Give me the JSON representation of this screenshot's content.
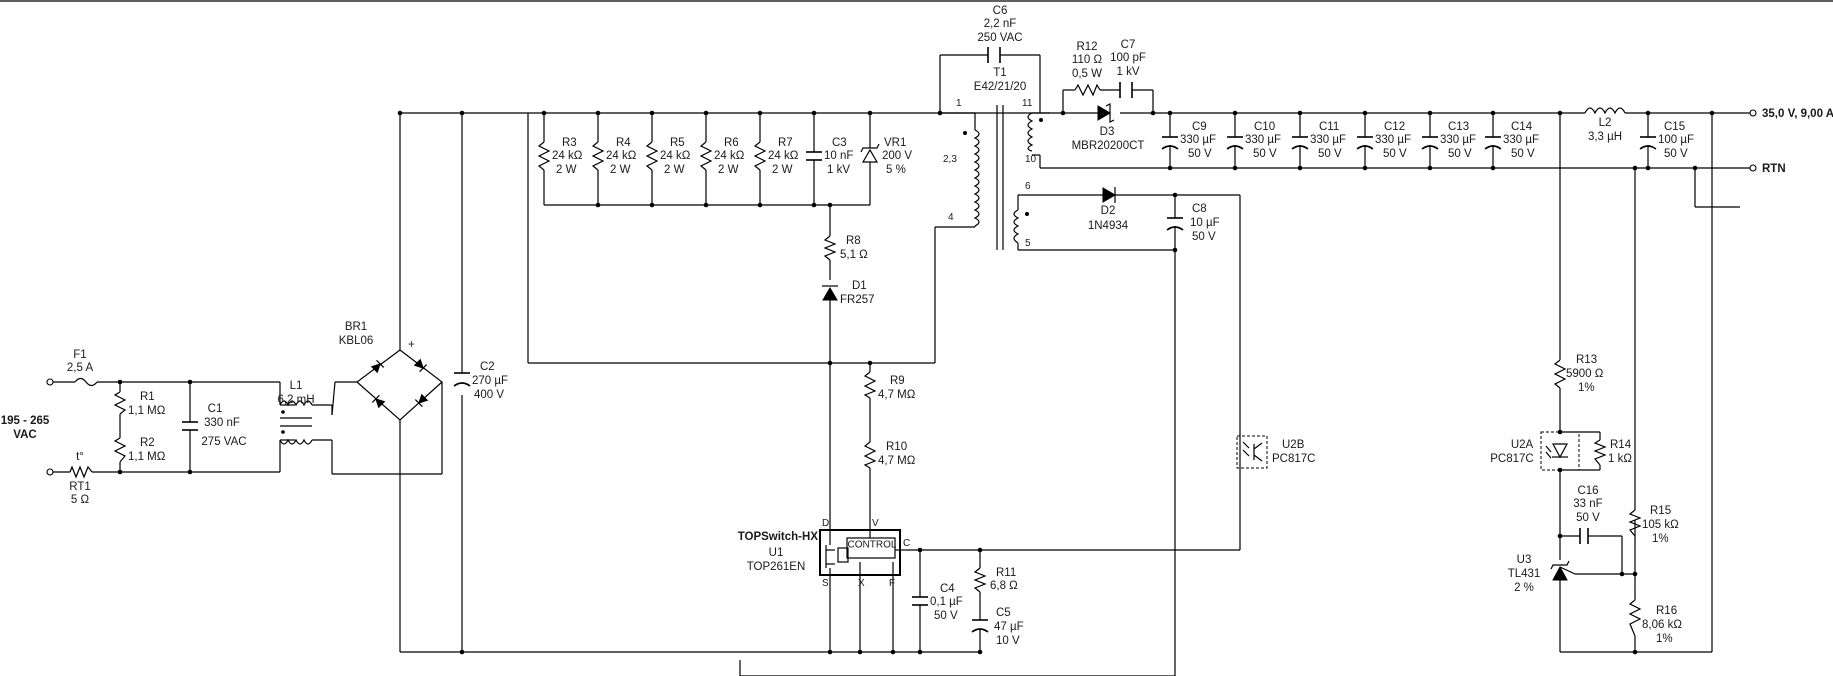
{
  "input": {
    "voltage_line1": "195 - 265",
    "voltage_line2": "VAC"
  },
  "output": {
    "positive_label": "35,0 V, 9,00 A",
    "return_label": "RTN"
  },
  "ic": {
    "family": "TOPSwitch-HX",
    "ref": "U1",
    "part": "TOP261EN",
    "block_label": "CONTROL",
    "pins": {
      "d": "D",
      "v": "V",
      "c": "C",
      "s": "S",
      "x": "X",
      "f": "F"
    }
  },
  "thermistor_symbol": "t°",
  "bridge_plus": "+",
  "transformer_pins": {
    "p1": "1",
    "p23": "2,3",
    "p4": "4",
    "p11": "11",
    "p10": "10",
    "p6": "6",
    "p5": "5"
  },
  "components": {
    "F1": {
      "ref": "F1",
      "v1": "2,5 A"
    },
    "RT1": {
      "ref": "RT1",
      "v1": "5 Ω"
    },
    "R1": {
      "ref": "R1",
      "v1": "1,1 MΩ"
    },
    "R2": {
      "ref": "R2",
      "v1": "1,1 MΩ"
    },
    "C1": {
      "ref": "C1",
      "v1": "330 nF",
      "v2": "275 VAC"
    },
    "L1": {
      "ref": "L1",
      "v1": "6,2 mH"
    },
    "BR1": {
      "ref": "BR1",
      "v1": "KBL06"
    },
    "C2": {
      "ref": "C2",
      "v1": "270 µF",
      "v2": "400 V"
    },
    "R3": {
      "ref": "R3",
      "v1": "24 kΩ",
      "v2": "2 W"
    },
    "R4": {
      "ref": "R4",
      "v1": "24 kΩ",
      "v2": "2 W"
    },
    "R5": {
      "ref": "R5",
      "v1": "24 kΩ",
      "v2": "2 W"
    },
    "R6": {
      "ref": "R6",
      "v1": "24 kΩ",
      "v2": "2 W"
    },
    "R7": {
      "ref": "R7",
      "v1": "24 kΩ",
      "v2": "2 W"
    },
    "C3": {
      "ref": "C3",
      "v1": "10 nF",
      "v2": "1 kV"
    },
    "VR1": {
      "ref": "VR1",
      "v1": "200 V",
      "v2": "5 %"
    },
    "R8": {
      "ref": "R8",
      "v1": "5,1 Ω"
    },
    "D1": {
      "ref": "D1",
      "v1": "FR257"
    },
    "R9": {
      "ref": "R9",
      "v1": "4,7 MΩ"
    },
    "R10": {
      "ref": "R10",
      "v1": "4,7 MΩ"
    },
    "R11": {
      "ref": "R11",
      "v1": "6,8 Ω"
    },
    "C4": {
      "ref": "C4",
      "v1": "0,1 µF",
      "v2": "50 V"
    },
    "C5": {
      "ref": "C5",
      "v1": "47 µF",
      "v2": "10 V"
    },
    "C6": {
      "ref": "C6",
      "v1": "2,2 nF",
      "v2": "250 VAC"
    },
    "T1": {
      "ref": "T1",
      "v1": "E42/21/20"
    },
    "R12": {
      "ref": "R12",
      "v1": "110 Ω",
      "v2": "0,5 W"
    },
    "C7": {
      "ref": "C7",
      "v1": "100 pF",
      "v2": "1 kV"
    },
    "D3": {
      "ref": "D3",
      "v1": "MBR20200CT"
    },
    "D2": {
      "ref": "D2",
      "v1": "1N4934"
    },
    "C8": {
      "ref": "C8",
      "v1": "10 µF",
      "v2": "50 V"
    },
    "C9": {
      "ref": "C9",
      "v1": "330 µF",
      "v2": "50 V"
    },
    "C10": {
      "ref": "C10",
      "v1": "330 µF",
      "v2": "50 V"
    },
    "C11": {
      "ref": "C11",
      "v1": "330 µF",
      "v2": "50 V"
    },
    "C12": {
      "ref": "C12",
      "v1": "330 µF",
      "v2": "50 V"
    },
    "C13": {
      "ref": "C13",
      "v1": "330 µF",
      "v2": "50 V"
    },
    "C14": {
      "ref": "C14",
      "v1": "330 µF",
      "v2": "50 V"
    },
    "L2": {
      "ref": "L2",
      "v1": "3,3 µH"
    },
    "C15": {
      "ref": "C15",
      "v1": "100 µF",
      "v2": "50 V"
    },
    "U2B": {
      "ref": "U2B",
      "v1": "PC817C"
    },
    "U2A": {
      "ref": "U2A",
      "v1": "PC817C"
    },
    "R13": {
      "ref": "R13",
      "v1": "5900 Ω",
      "v2": "1%"
    },
    "R14": {
      "ref": "R14",
      "v1": "1 kΩ"
    },
    "C16": {
      "ref": "C16",
      "v1": "33 nF",
      "v2": "50 V"
    },
    "R15": {
      "ref": "R15",
      "v1": "105 kΩ",
      "v2": "1%"
    },
    "U3": {
      "ref": "U3",
      "v1": "TL431",
      "v2": "2 %"
    },
    "R16": {
      "ref": "R16",
      "v1": "8,06 kΩ",
      "v2": "1%"
    }
  }
}
